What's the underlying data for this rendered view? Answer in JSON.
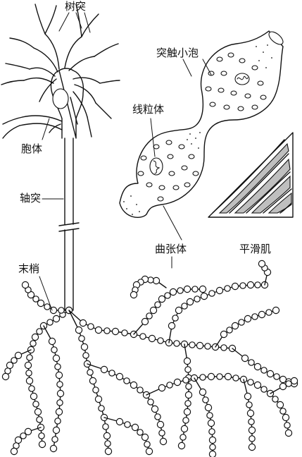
{
  "labels": {
    "dendrite": "树突",
    "cell_body": "胞体",
    "axon": "轴突",
    "terminal": "末梢",
    "varicosity": "曲张体",
    "synaptic_vesicle": "突触小泡",
    "mitochondrion": "线粒体",
    "smooth_muscle": "平滑肌"
  },
  "colors": {
    "ink": "#111111",
    "paper": "#ffffff",
    "muscle_fill": "#bfbfbf"
  }
}
